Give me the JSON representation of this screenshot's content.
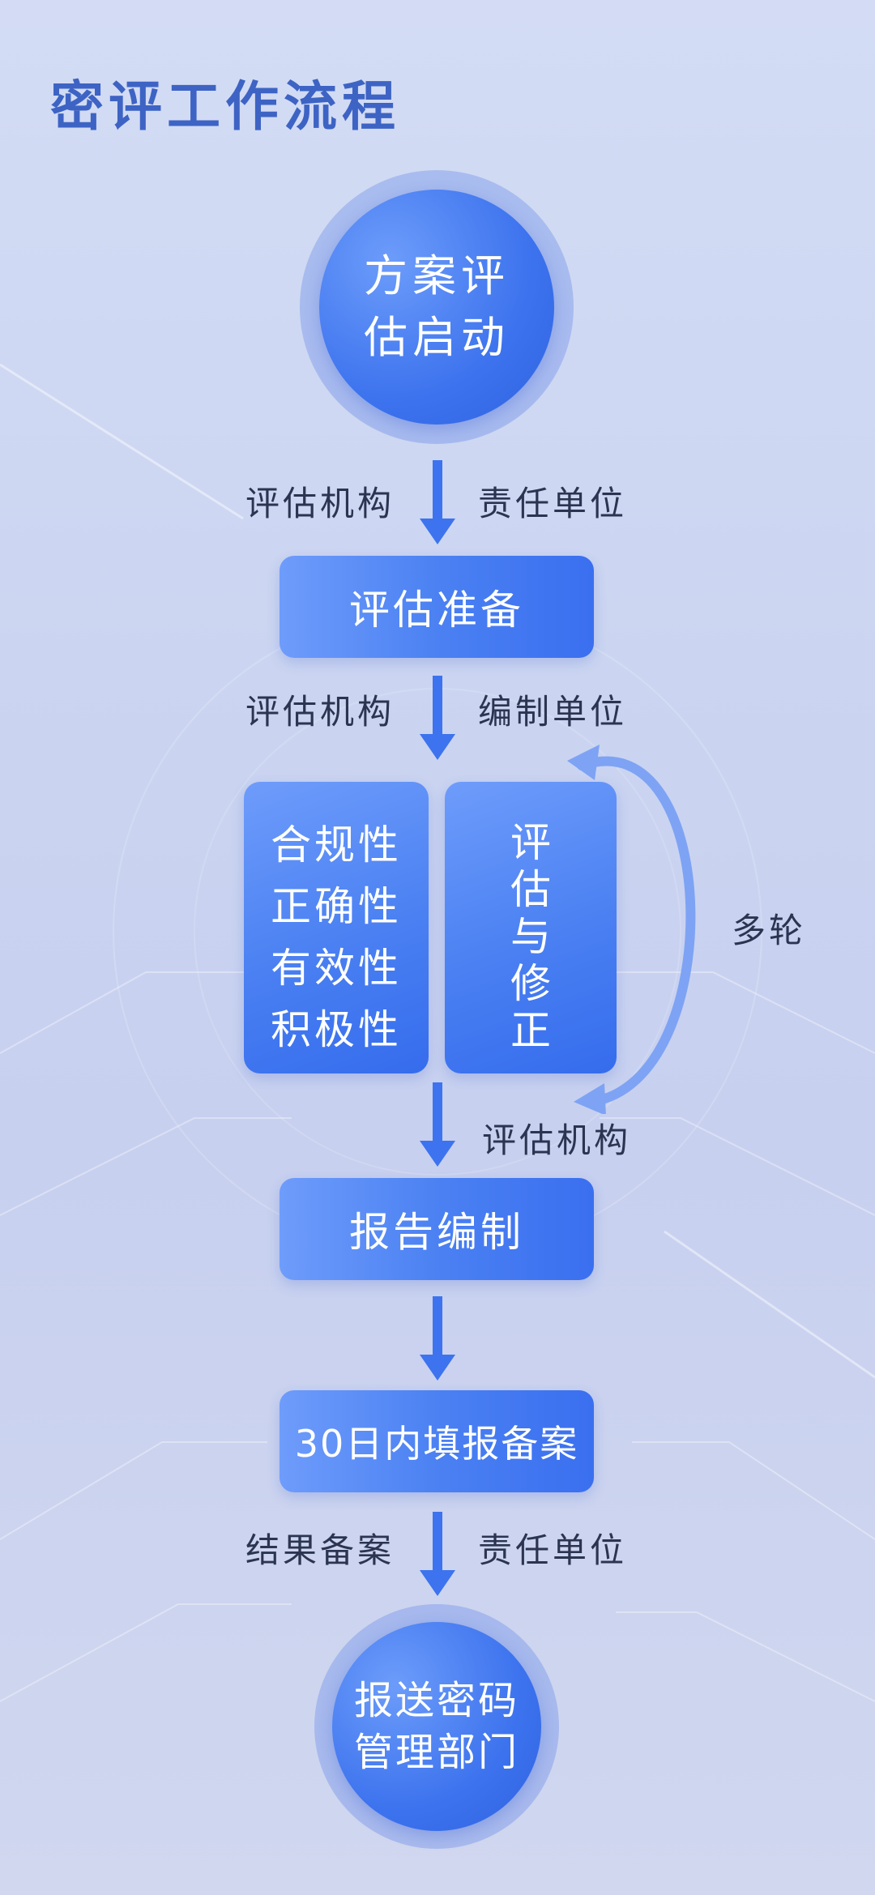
{
  "title": "密评工作流程",
  "steps": {
    "start": "方案评\n估启动",
    "prepare": "评估准备",
    "qualities": [
      "合规性",
      "正确性",
      "有效性",
      "积极性"
    ],
    "review": [
      "评",
      "估",
      "与",
      "修",
      "正"
    ],
    "report": "报告编制",
    "file": "30日内填报备案",
    "end": "报送密码\n管理部门"
  },
  "labels": {
    "row1_left": "评估机构",
    "row1_right": "责任单位",
    "row2_left": "评估机构",
    "row2_right": "编制单位",
    "loop": "多轮",
    "row3_right": "评估机构",
    "row5_left": "结果备案",
    "row5_right": "责任单位"
  },
  "colors": {
    "accent": "#3d73ee",
    "title": "#3d63c4",
    "label": "#2b3450"
  }
}
